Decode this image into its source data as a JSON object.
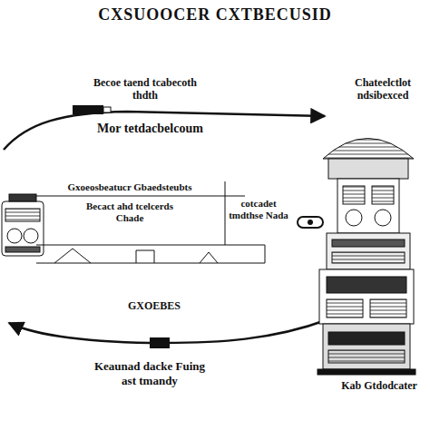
{
  "diagram": {
    "title": "CXSUOOCER CXTBECUSID",
    "nodes": [
      {
        "text": [
          "Gxoeosbeatucr Gbaedsteubts",
          "Becact ahd tcelcerds Chade"
        ]
      }
    ],
    "labels": [
      "Becoe taend tcabecoth thdth",
      "Mor tetdacbelcoum",
      "Chateelctlot ndsibexced",
      "cotcadet tmdthse Nada",
      "GXOEBES",
      "Keaunad dacke Fuing ast tmandy",
      "Kab Gtdodcater"
    ]
  }
}
